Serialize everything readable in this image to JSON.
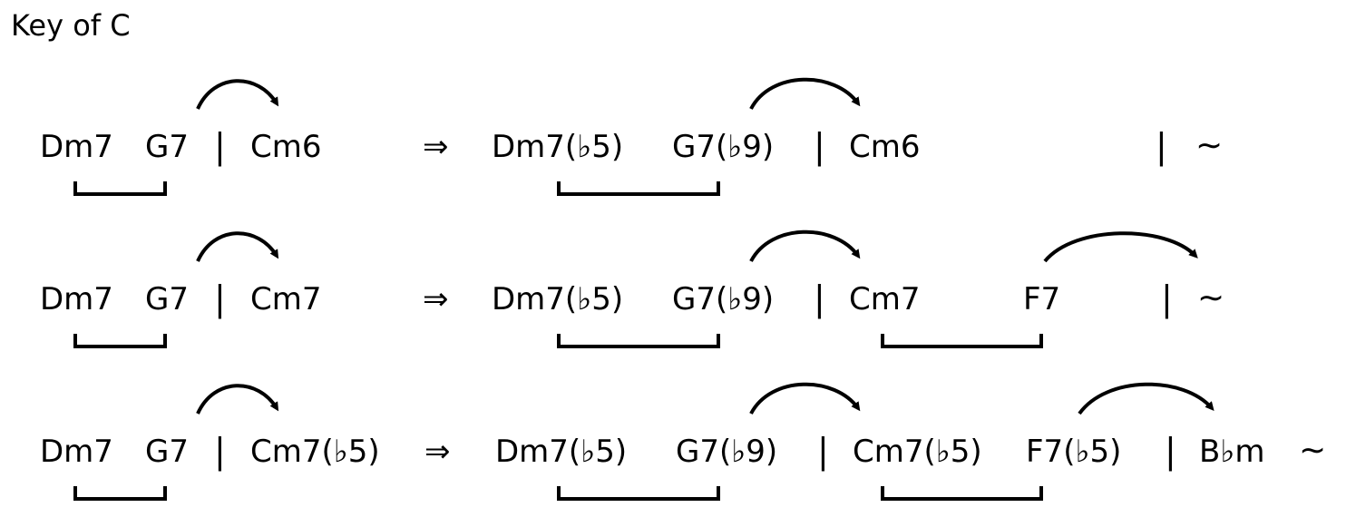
{
  "title": "Key of C",
  "rows": [
    {
      "left": {
        "chord1": "Dm7",
        "chord2": "G7",
        "bar": "|",
        "target": "Cm6"
      },
      "arrow": "⇒",
      "right": [
        {
          "text": "Dm7(♭5)"
        },
        {
          "text": "G7(♭9)"
        },
        {
          "text": "|"
        },
        {
          "text": "Cm6"
        },
        {
          "text": "|"
        },
        {
          "text": "∼"
        }
      ]
    },
    {
      "left": {
        "chord1": "Dm7",
        "chord2": "G7",
        "bar": "|",
        "target": "Cm7"
      },
      "arrow": "⇒",
      "right": [
        {
          "text": "Dm7(♭5)"
        },
        {
          "text": "G7(♭9)"
        },
        {
          "text": "|"
        },
        {
          "text": "Cm7"
        },
        {
          "text": "F7"
        },
        {
          "text": "|"
        },
        {
          "text": "∼"
        }
      ]
    },
    {
      "left": {
        "chord1": "Dm7",
        "chord2": "G7",
        "bar": "|",
        "target": "Cm7(♭5)"
      },
      "arrow": "⇒",
      "right": [
        {
          "text": "Dm7(♭5)"
        },
        {
          "text": "G7(♭9)"
        },
        {
          "text": "|"
        },
        {
          "text": "Cm7(♭5)"
        },
        {
          "text": "F7(♭5)"
        },
        {
          "text": "|"
        },
        {
          "text": "B♭m"
        },
        {
          "text": "∼"
        }
      ]
    }
  ]
}
